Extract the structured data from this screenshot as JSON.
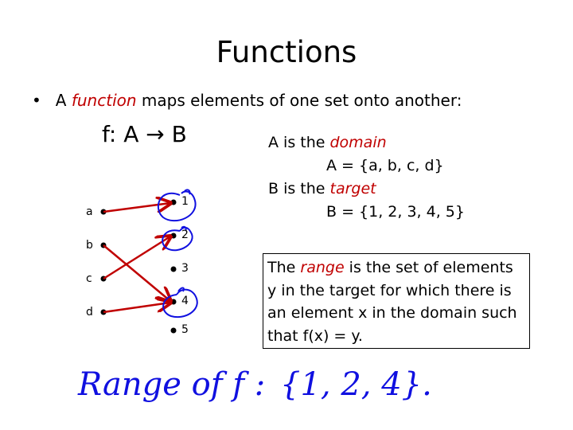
{
  "title": "Functions",
  "bullet": {
    "prefix": "A ",
    "term": "function",
    "suffix": " maps elements of one set onto another:"
  },
  "mapping": "f: A → B",
  "domain": {
    "prefix": "A is the ",
    "term": "domain",
    "set": "A = {a, b, c, d}"
  },
  "target": {
    "prefix": "B is the ",
    "term": "target",
    "set": "B = {1, 2, 3, 4, 5}"
  },
  "range_box": {
    "prefix": "The ",
    "term": "range",
    "lines": [
      " is the set of elements",
      "y in the target for which there is",
      "an element x in the domain such",
      "that f(x) = y."
    ]
  },
  "diagram": {
    "domain_labels": [
      "a",
      "b",
      "c",
      "d"
    ],
    "target_labels": [
      "1",
      "2",
      "3",
      "4",
      "5"
    ],
    "arrows": [
      [
        "a",
        "1"
      ],
      [
        "b",
        "4"
      ],
      [
        "c",
        "2"
      ],
      [
        "d",
        "4"
      ]
    ],
    "circled": [
      "1",
      "2",
      "4"
    ]
  },
  "handwriting": {
    "label": "Range of f :",
    "value": "{1, 2, 4}."
  },
  "colors": {
    "accent": "#c00000",
    "ink": "#1010e0"
  }
}
